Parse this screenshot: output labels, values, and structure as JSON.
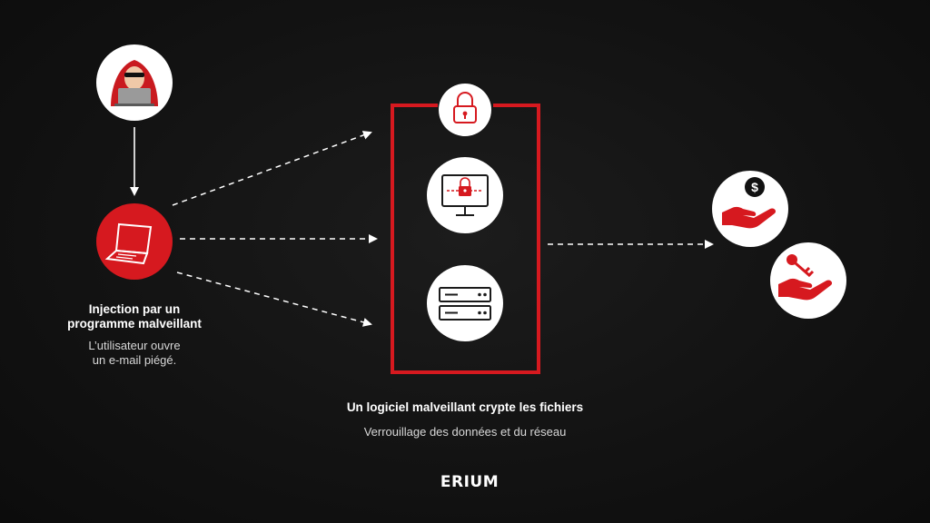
{
  "left": {
    "title_line1": "Injection par un",
    "title_line2": "programme malveillant",
    "subtitle_line1": "L’utilisateur ouvre",
    "subtitle_line2": "un e-mail piégé."
  },
  "center": {
    "title": "Un logiciel malveillant crypte les fichiers",
    "subtitle": "Verrouillage des données et du réseau"
  },
  "brand": "ERIUM",
  "icons": {
    "hacker": "hacker-icon",
    "laptop": "laptop-icon",
    "lock": "padlock-icon",
    "monitor": "locked-monitor-icon",
    "server": "server-icon",
    "ransom": "hand-dollar-icon",
    "key": "hand-key-icon"
  },
  "colors": {
    "accent": "#d6191f",
    "background": "#131313",
    "text": "#ffffff"
  }
}
